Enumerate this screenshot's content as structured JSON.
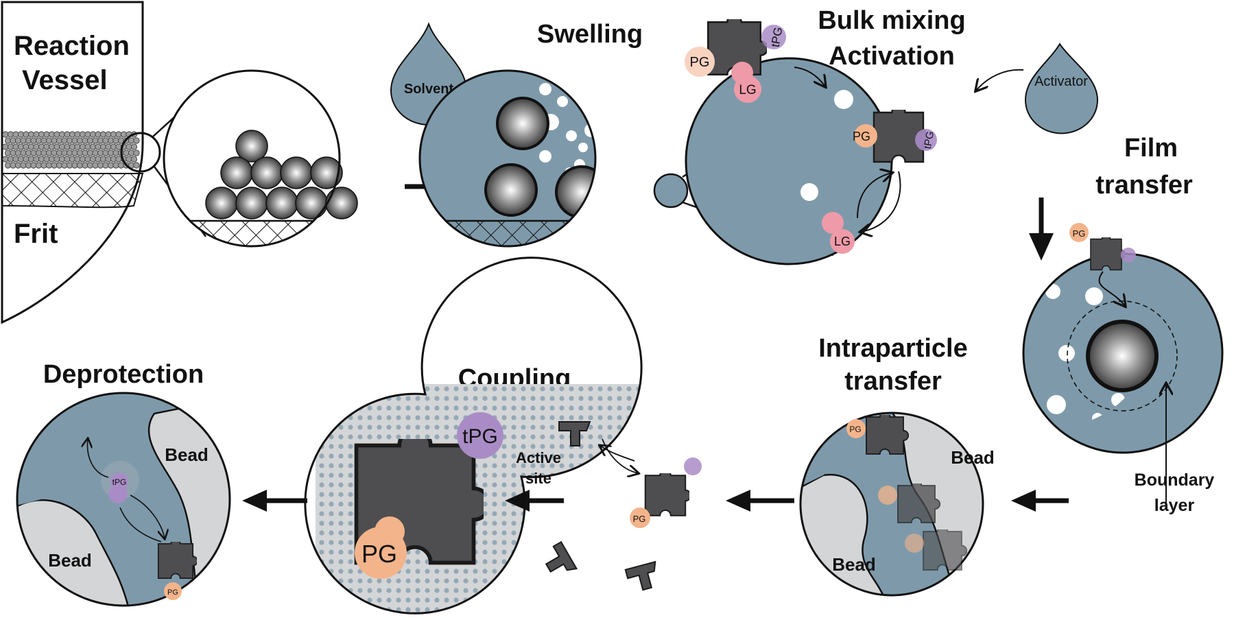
{
  "labels": {
    "reaction_vessel": [
      "Reaction",
      "Vessel"
    ],
    "frit": "Frit",
    "swelling": "Swelling",
    "solvent": "Solvent",
    "bulk_mixing": "Bulk mixing",
    "activation": "Activation",
    "activator": "Activator",
    "film_transfer": [
      "Film",
      "transfer"
    ],
    "boundary_layer": [
      "Boundary",
      "layer"
    ],
    "intraparticle_transfer": [
      "Intraparticle",
      "transfer"
    ],
    "coupling": "Coupling",
    "active_site": [
      "Active",
      "site"
    ],
    "deprotection": "Deprotection",
    "bead": "Bead"
  },
  "groups": {
    "pg": "PG",
    "lg": "LG",
    "tpg": "tPG"
  },
  "colors": {
    "solvent": "#7e9aaa",
    "bead_gray": "#d4d5d7",
    "puzzle": "#4e4e50",
    "pg": "#f3b48b",
    "lg": "#ef9aa8",
    "tpg": "#a98cc6",
    "pore": "#ffffff"
  }
}
